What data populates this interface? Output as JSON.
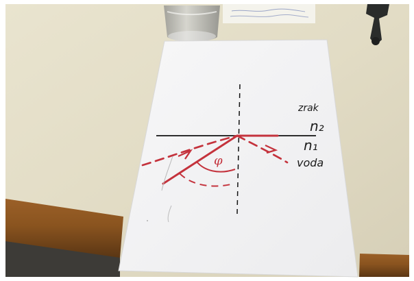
{
  "photo": {
    "paper_labels": {
      "air": "zrak",
      "n2": "n₂",
      "n1": "n₁",
      "water": "voda",
      "angle": "φ"
    },
    "note_card": {
      "visible": true
    }
  }
}
